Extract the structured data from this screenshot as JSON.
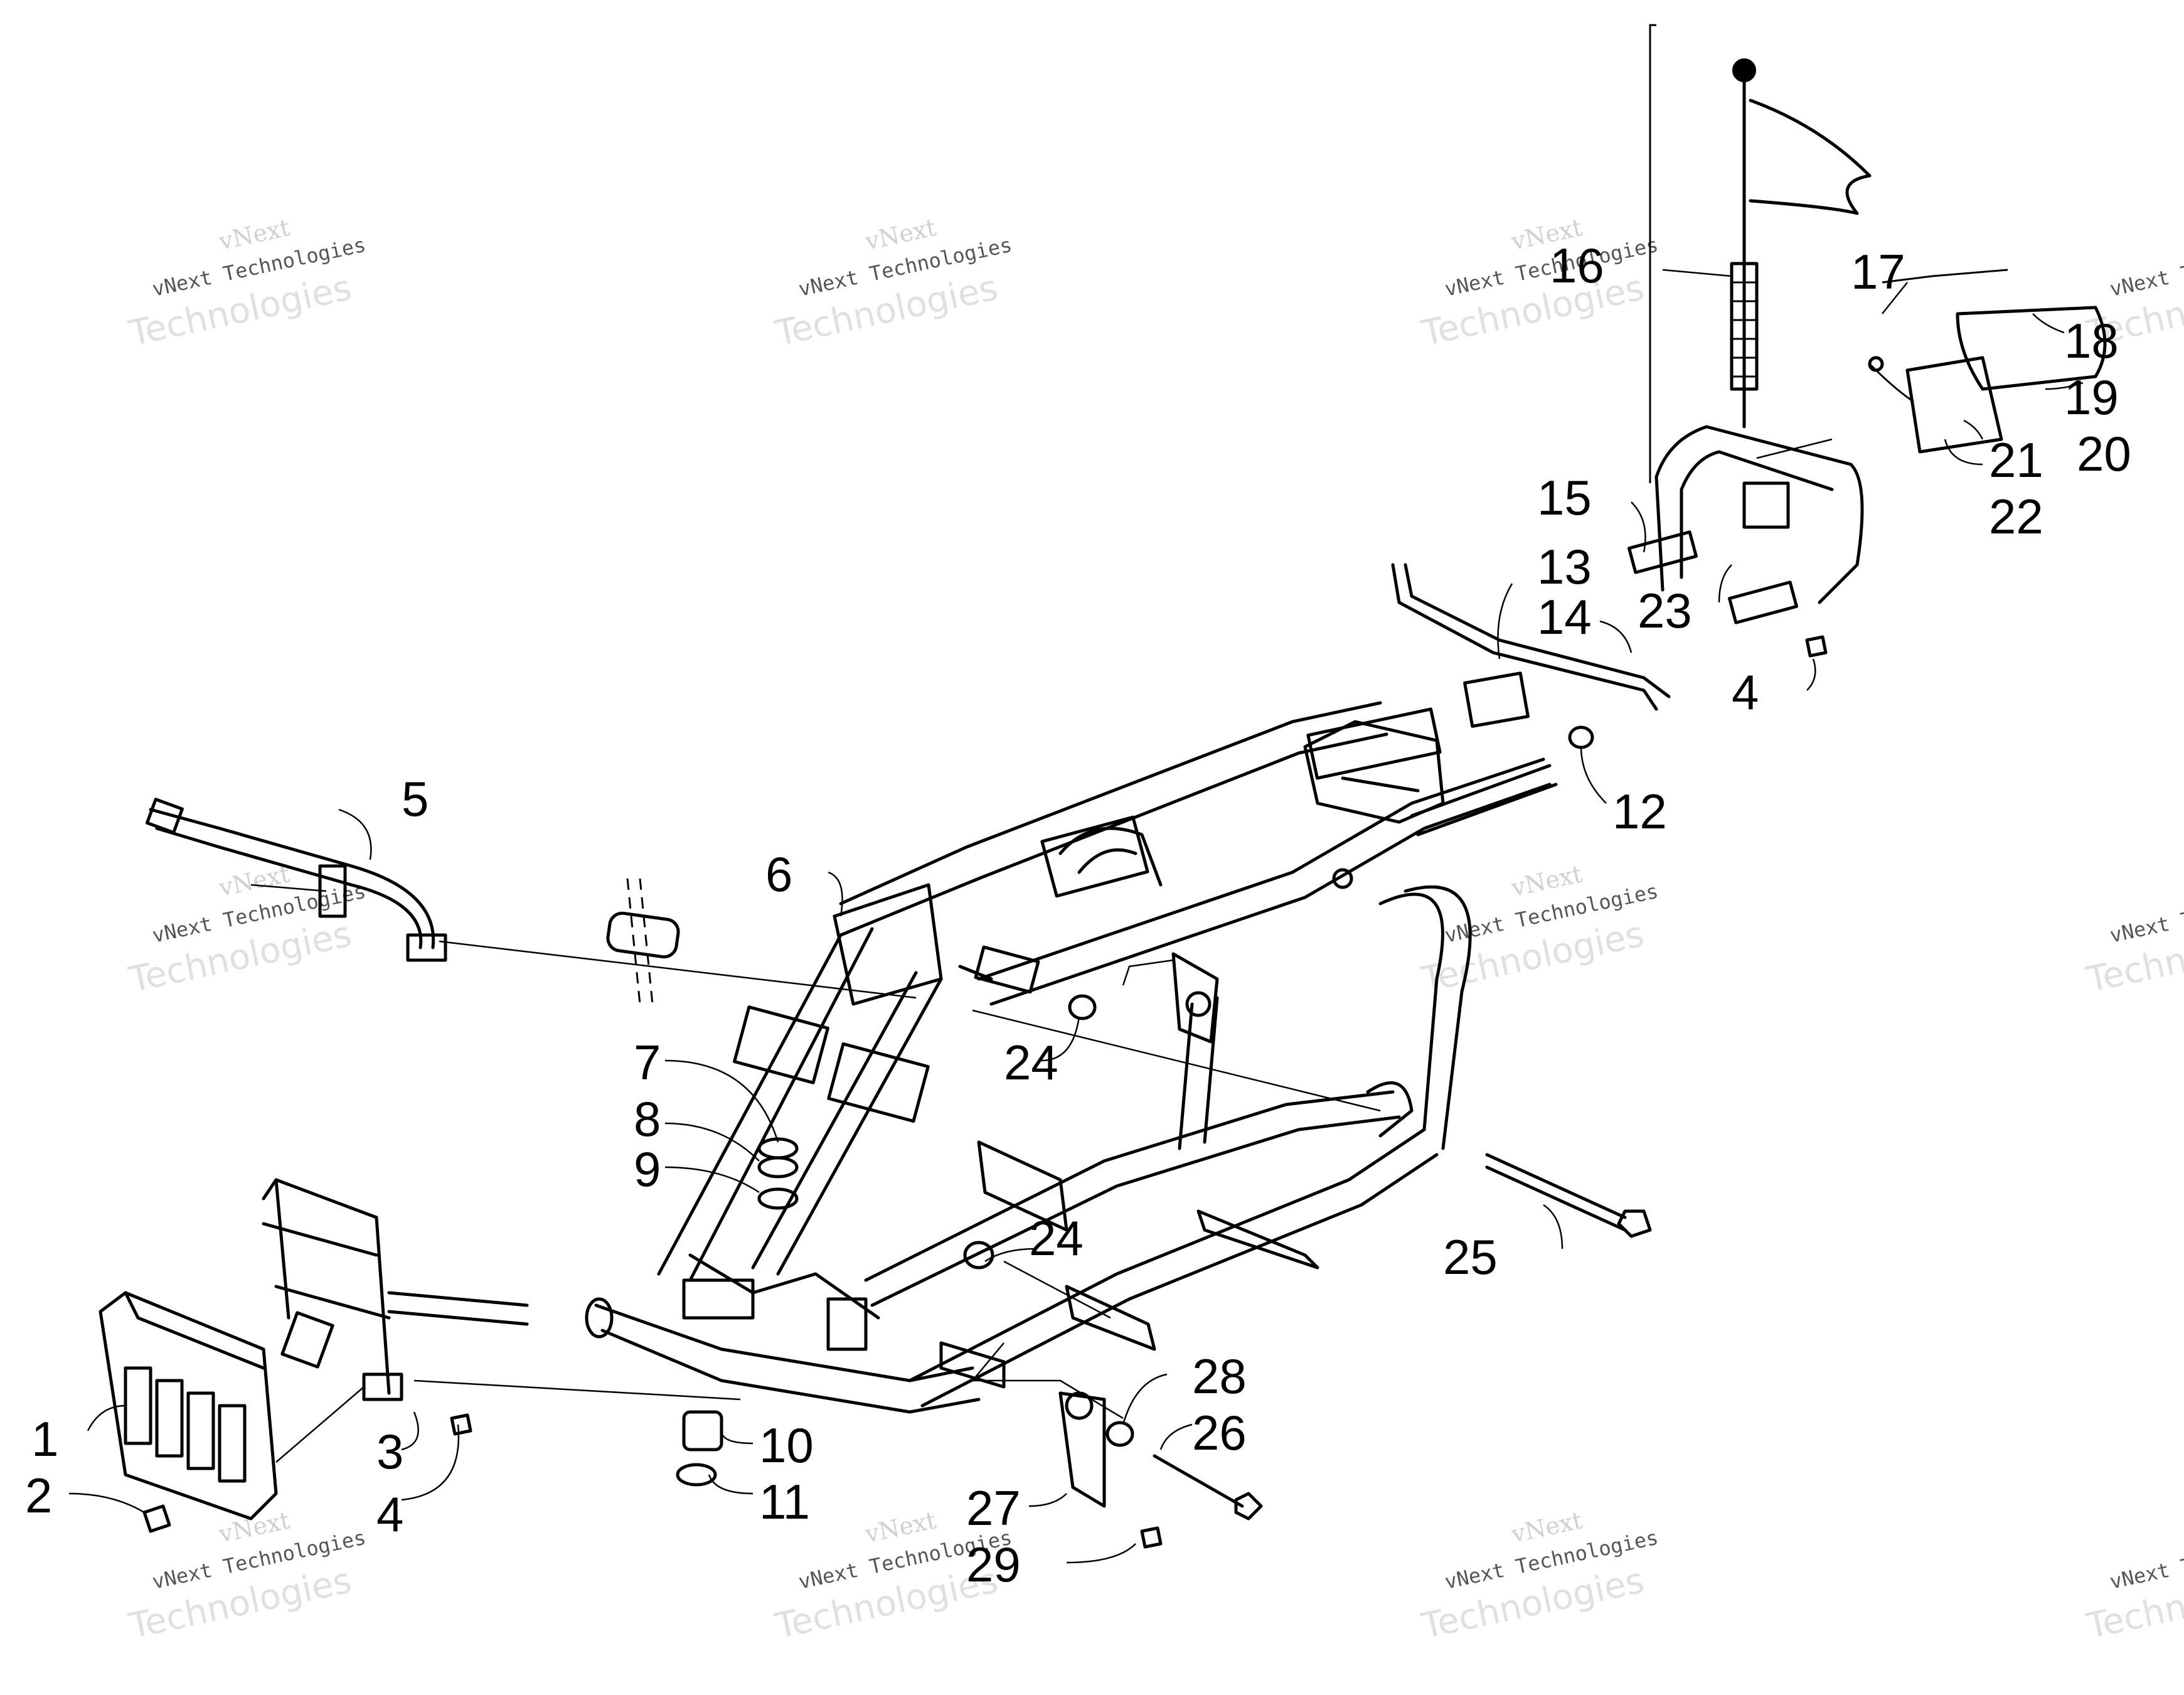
{
  "diagram": {
    "callouts": [
      {
        "id": "1",
        "label": "1"
      },
      {
        "id": "2",
        "label": "2"
      },
      {
        "id": "3",
        "label": "3"
      },
      {
        "id": "4a",
        "label": "4"
      },
      {
        "id": "4b",
        "label": "4"
      },
      {
        "id": "5",
        "label": "5"
      },
      {
        "id": "6",
        "label": "6"
      },
      {
        "id": "7",
        "label": "7"
      },
      {
        "id": "8",
        "label": "8"
      },
      {
        "id": "9",
        "label": "9"
      },
      {
        "id": "10",
        "label": "10"
      },
      {
        "id": "11",
        "label": "11"
      },
      {
        "id": "12",
        "label": "12"
      },
      {
        "id": "13",
        "label": "13"
      },
      {
        "id": "14",
        "label": "14"
      },
      {
        "id": "15",
        "label": "15"
      },
      {
        "id": "16",
        "label": "16"
      },
      {
        "id": "17",
        "label": "17"
      },
      {
        "id": "18",
        "label": "18"
      },
      {
        "id": "19",
        "label": "19"
      },
      {
        "id": "20",
        "label": "20"
      },
      {
        "id": "21",
        "label": "21"
      },
      {
        "id": "22",
        "label": "22"
      },
      {
        "id": "23",
        "label": "23"
      },
      {
        "id": "24a",
        "label": "24"
      },
      {
        "id": "24b",
        "label": "24"
      },
      {
        "id": "25",
        "label": "25"
      },
      {
        "id": "26",
        "label": "26"
      },
      {
        "id": "27",
        "label": "27"
      },
      {
        "id": "28",
        "label": "28"
      },
      {
        "id": "29",
        "label": "29"
      }
    ]
  },
  "watermark": {
    "line1": "vNext",
    "line2": "vNext Technologies",
    "line3": "Technologies"
  }
}
